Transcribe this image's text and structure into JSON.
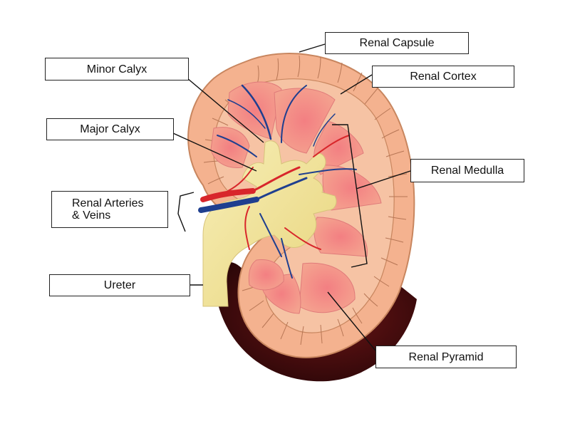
{
  "labels": {
    "renal_capsule": "Renal Capsule",
    "renal_cortex": "Renal Cortex",
    "minor_calyx": "Minor Calyx",
    "major_calyx": "Major Calyx",
    "renal_medulla": "Renal Medulla",
    "renal_arteries_line1": "Renal Arteries",
    "renal_arteries_line2": "& Veins",
    "ureter": "Ureter",
    "renal_pyramid": "Renal Pyramid"
  },
  "colors": {
    "cortex": "#f4b28f",
    "capsule_outline": "#c8865f",
    "pyramid": "#ef8a86",
    "pyramid_dark": "#e36f72",
    "pelvis": "#f3e7a0",
    "artery": "#d8262b",
    "vein": "#1f3f8f",
    "shadow": "#3a0b0c"
  }
}
